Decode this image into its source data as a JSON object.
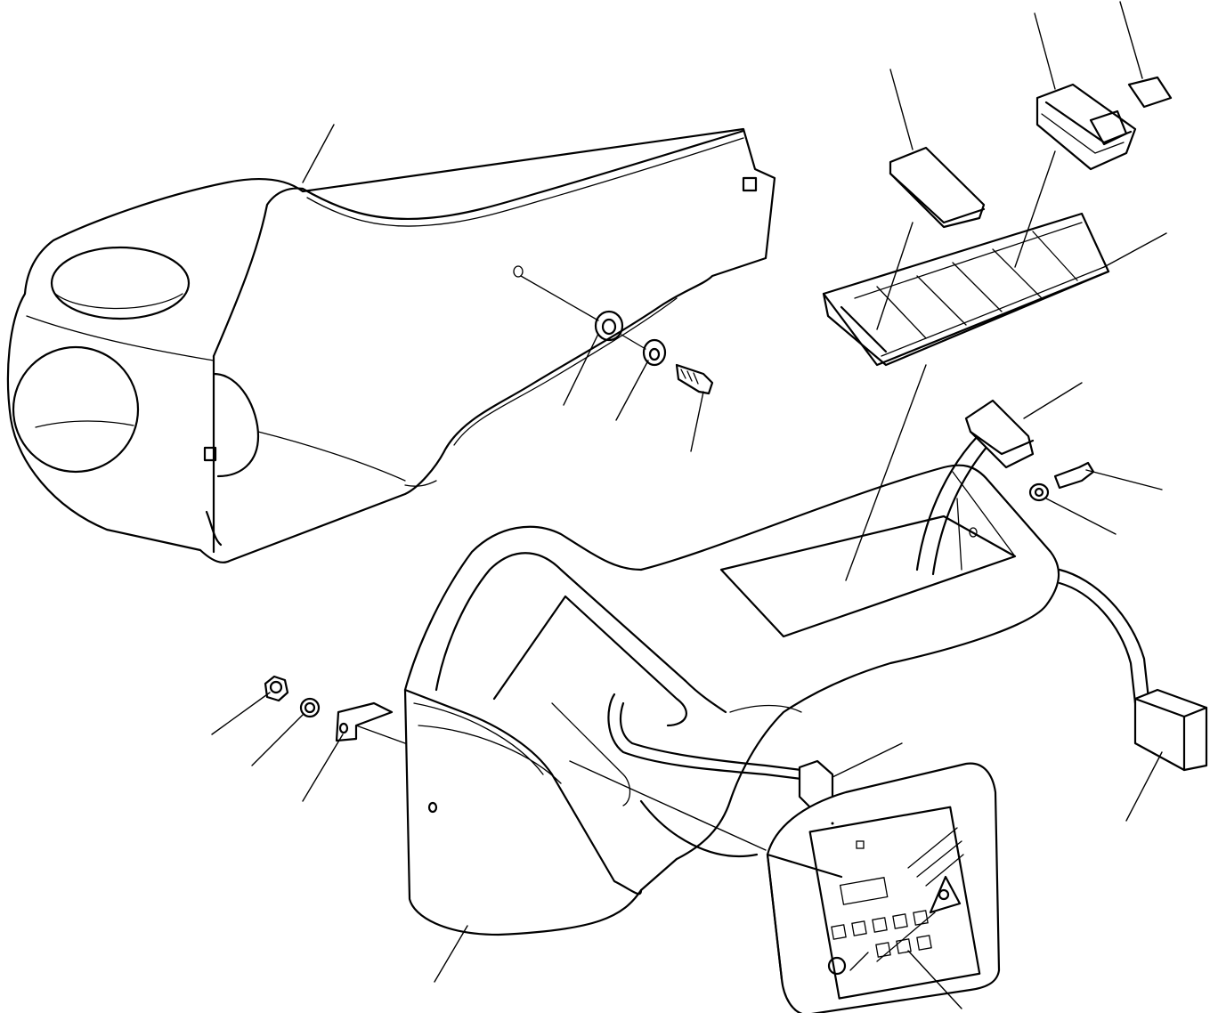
{
  "diagram": {
    "parts": [
      {
        "name": "upper-shroud-cover"
      },
      {
        "name": "lower-shroud-console"
      },
      {
        "name": "switch-panel-frame"
      },
      {
        "name": "blank-switch-cap"
      },
      {
        "name": "rocker-switch"
      },
      {
        "name": "switch-lens"
      },
      {
        "name": "instrument-cluster"
      },
      {
        "name": "wiring-harness-connectors"
      },
      {
        "name": "screw-washer-fasteners"
      },
      {
        "name": "nut-washer-bracket"
      }
    ],
    "callout_count": 20
  }
}
